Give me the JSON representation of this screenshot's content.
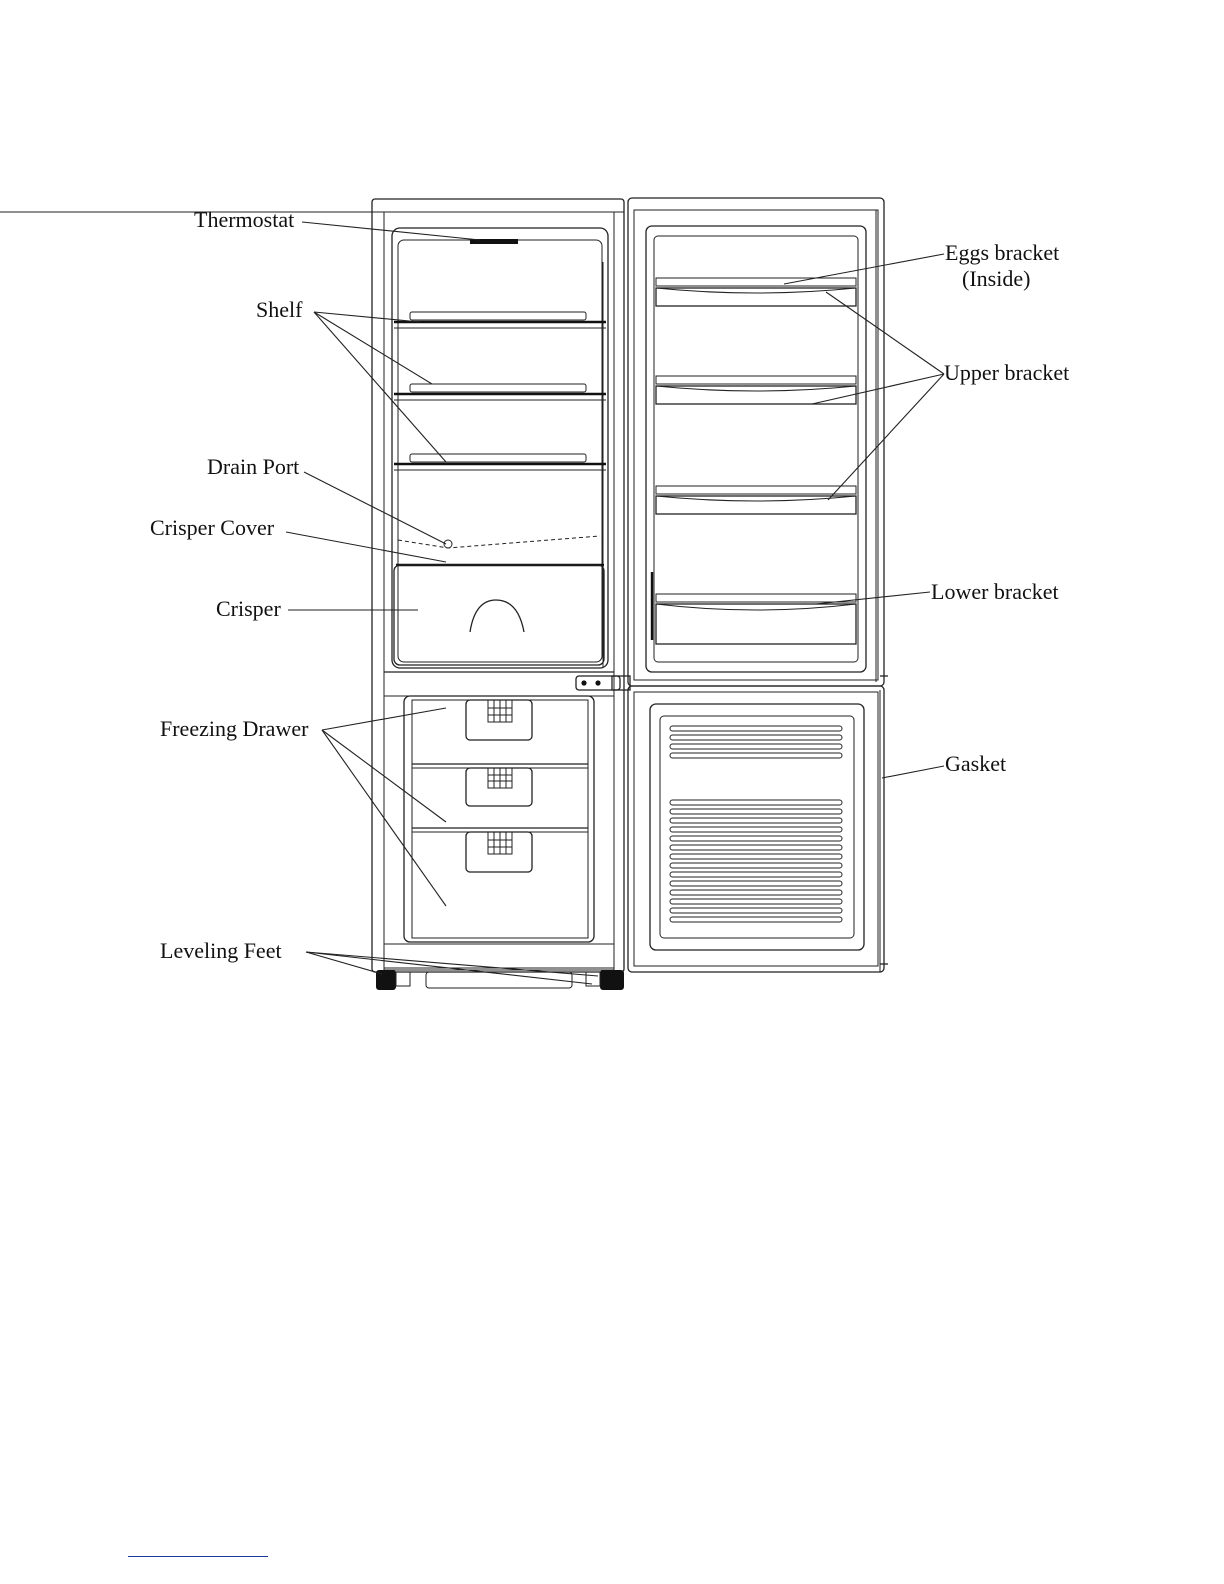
{
  "labels": {
    "thermostat": "Thermostat",
    "shelf": "Shelf",
    "drain_port": "Drain Port",
    "crisper_cover": "Crisper Cover",
    "crisper": "Crisper",
    "freezing_drawer": "Freezing Drawer",
    "leveling_feet": "Leveling Feet",
    "eggs_bracket": "Eggs bracket",
    "eggs_bracket_note": "(Inside)",
    "upper_bracket": "Upper bracket",
    "lower_bracket": "Lower bracket",
    "gasket": "Gasket"
  }
}
